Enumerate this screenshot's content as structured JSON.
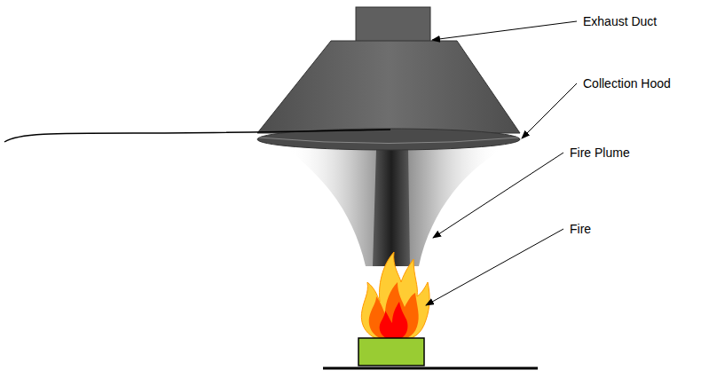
{
  "diagram": {
    "labels": [
      "Exhaust Duct",
      "Collection Hood",
      "Fire Plume",
      "Fire"
    ]
  }
}
